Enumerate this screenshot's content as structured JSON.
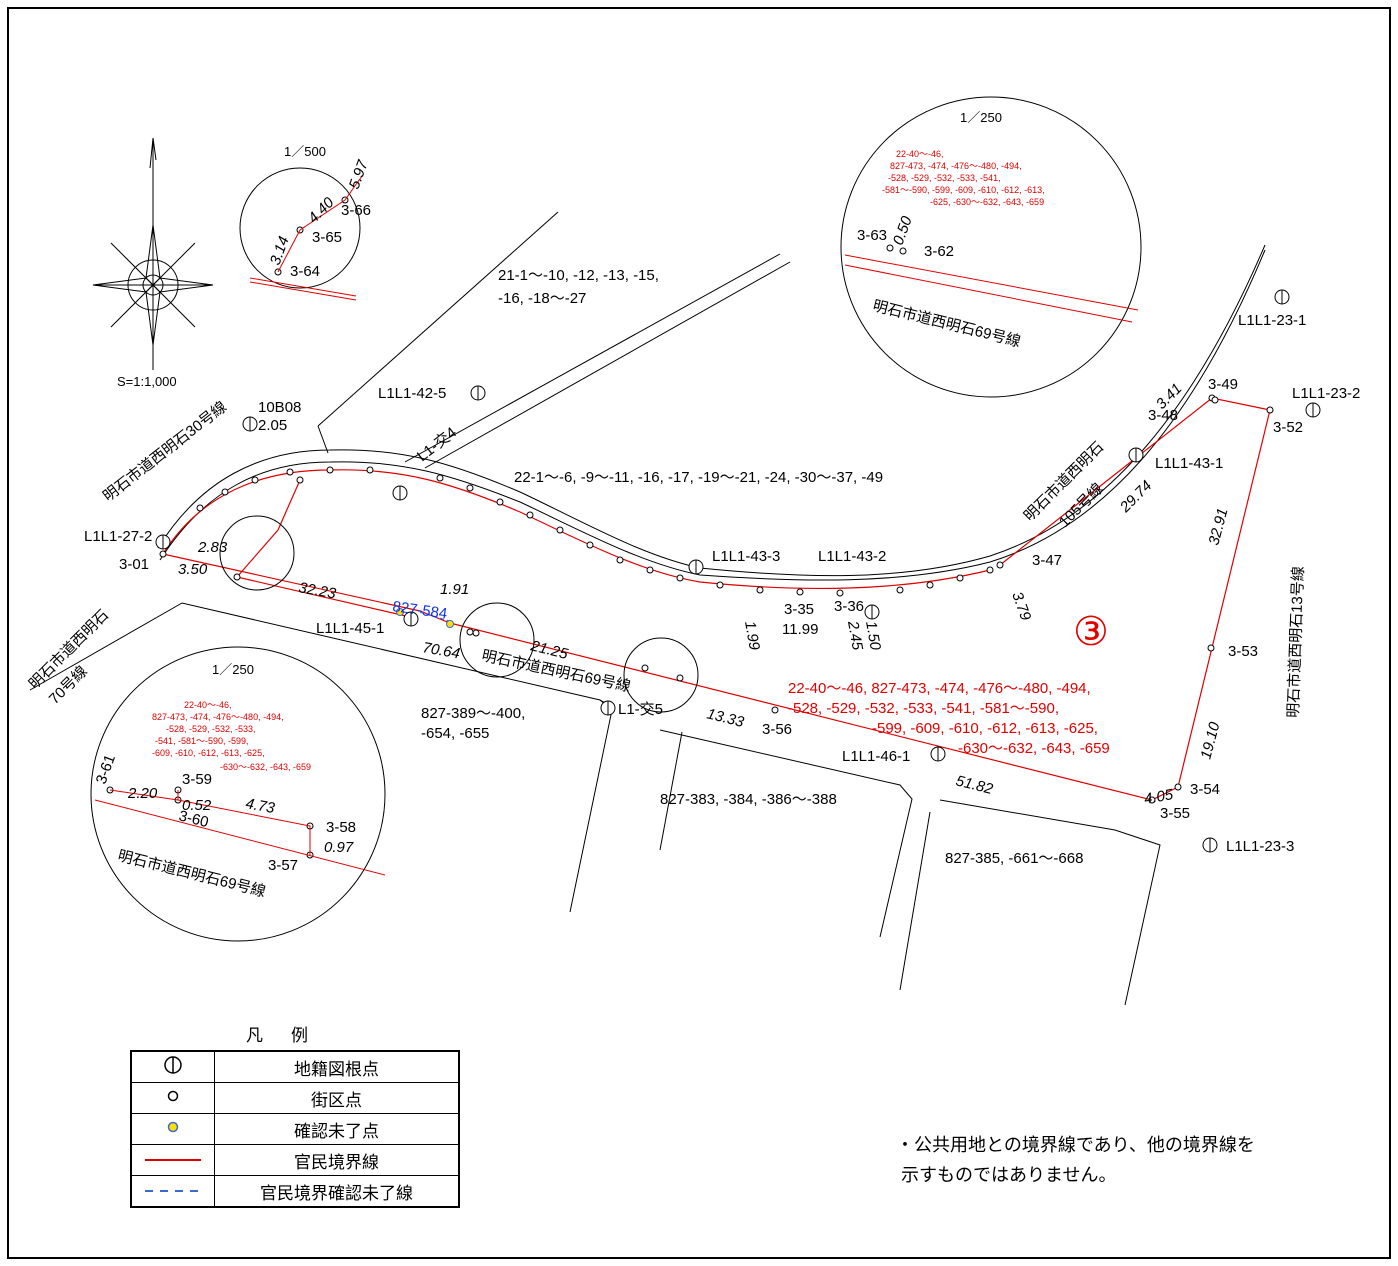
{
  "colors": {
    "boundary": "#e00000",
    "unconfirmed_point": "#ffe000",
    "unconfirmed_line": "#3a6ad0",
    "ink": "#000000"
  },
  "scale": "S=1:1,000",
  "north_arrow": "compass-rose-icon",
  "circled_number": "③",
  "roads": {
    "r69": "明石市道西明石69号線",
    "r30": "明石市道西明石30号線",
    "r70a": "明石市道西明石",
    "r70b": "70号線",
    "r105a": "明石市道西明石",
    "r105b": "105号線",
    "r13": "明石市道西明石13号線"
  },
  "parcels": {
    "p21a": "21-1～-10, -12, -13, -15,",
    "p21b": "-16, -18～-27",
    "p22": "22-1～-6, -9～-11, -16, -17, -19～-21, -24, -30～-37, -49",
    "p389a": "827-389～-400,",
    "p389b": "-654, -655",
    "p383": "827-383, -384, -386～-388",
    "p385": "827-385, -661～-668",
    "red": [
      "22-40～-46, 827-473, -474, -476～-480, -494,",
      "-528, -529, -532, -533, -541, -581～-590,",
      "-599, -609, -610, -612, -613, -625,",
      "-630～-632, -643, -659"
    ],
    "unconfirmed": "827-584"
  },
  "control_points": {
    "c23_1": "L1L1-23-1",
    "c23_2": "L1L1-23-2",
    "c23_3": "L1L1-23-3",
    "c42_5": "L1L1-42-5",
    "c43_1": "L1L1-43-1",
    "c43_2": "L1L1-43-2",
    "c43_3": "L1L1-43-3",
    "c45_1": "L1L1-45-1",
    "c46_1": "L1L1-46-1",
    "c27_2": "L1L1-27-2",
    "x4": "L1-交4",
    "x5": "L1-交5",
    "b08": "10B08"
  },
  "block_points": {
    "p301": "3-01",
    "p335": "3-35",
    "p336": "3-36",
    "p347": "3-47",
    "p348": "3-48",
    "p349": "3-49",
    "p352": "3-52",
    "p353": "3-53",
    "p354": "3-54",
    "p355": "3-55",
    "p356": "3-56"
  },
  "distances": {
    "d3_50": "3.50",
    "d2_83": "2.83",
    "d2_05": "2.05",
    "d32_23": "32.23",
    "d1_91": "1.91",
    "d70_64": "70.64",
    "d21_25": "21.25",
    "d13_33": "13.33",
    "d51_82": "51.82",
    "d11_99": "11.99",
    "d29_74": "29.74",
    "d3_41": "3.41",
    "d32_91": "32.91",
    "d19_10": "19.10",
    "d4_05": "4.05",
    "d3_79": "3.79",
    "d2_45": "2.45",
    "d1_50": "1.50",
    "d1_99": "1.99"
  },
  "insets": {
    "i1": {
      "scale": "1／500",
      "points": [
        "3-64",
        "3-65",
        "3-66"
      ],
      "dists": [
        "3.14",
        "4.40",
        "5.97"
      ]
    },
    "i2": {
      "scale": "1／250",
      "points": [
        "3-63",
        "3-62"
      ],
      "dists": [
        "0.50"
      ],
      "road": "明石市道西明石69号線",
      "red": [
        "22-40～-46,",
        "827-473, -474, -476～-480, -494,",
        "-528, -529, -532, -533, -541,",
        "-581～-590, -599, -609, -610, -612, -613,",
        "-625, -630～-632, -643, -659"
      ]
    },
    "i3": {
      "scale": "1／250",
      "points": [
        "3-61",
        "3-59",
        "3-60",
        "3-58",
        "3-57"
      ],
      "dists": [
        "2.20",
        "0.52",
        "4.73",
        "0.97"
      ],
      "road": "明石市道西明石69号線",
      "red": [
        "22-40～-46,",
        "827-473, -474, -476～-480, -494,",
        "-528, -529, -532, -533,",
        "-541, -581～-590, -599,",
        "-609, -610, -612, -613, -625,",
        "-630～-632, -643, -659"
      ]
    }
  },
  "legend": {
    "title": "凡例",
    "rows": [
      {
        "icon": "control-point-icon",
        "label": "地籍図根点"
      },
      {
        "icon": "block-point-icon",
        "label": "街区点"
      },
      {
        "icon": "unconfirmed-point-icon",
        "label": "確認未了点"
      },
      {
        "icon": "boundary-line-icon",
        "label": "官民境界線"
      },
      {
        "icon": "unconfirmed-line-icon",
        "label": "官民境界確認未了線"
      }
    ]
  },
  "footnote": "・公共用地との境界線であり、他の境界線を\n 示すものではありません。"
}
